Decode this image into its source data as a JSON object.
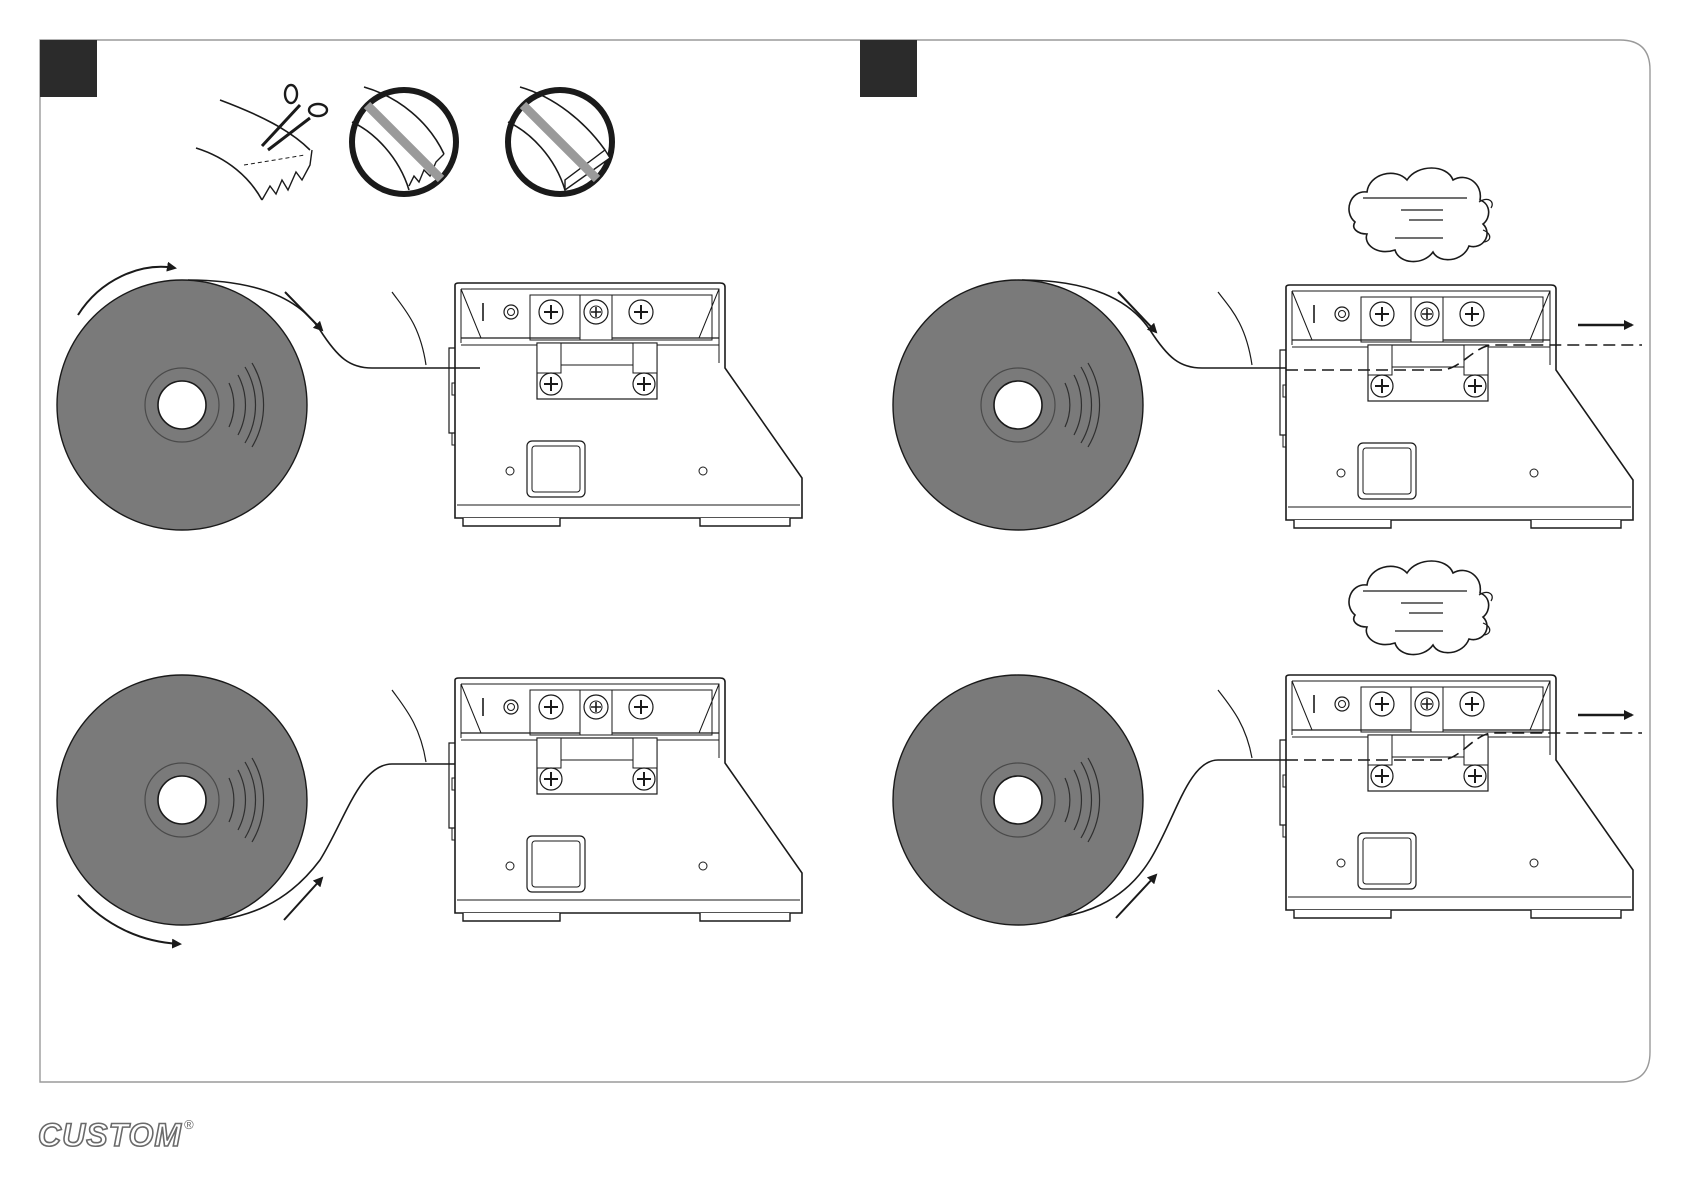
{
  "brand": {
    "name": "CUSTOM",
    "registered_mark": "®"
  },
  "steps": [
    "step-1",
    "step-2"
  ],
  "colors": {
    "roll": "#7a7a7a",
    "line": "#1a1a1a",
    "badge": "#2b2b2b",
    "strike": "#9a9a9a"
  },
  "icons": [
    "scissors-icon",
    "prohibited-torn-edge-icon",
    "prohibited-folded-edge-icon",
    "paper-feed-arrow-icon",
    "thought-cloud-icon"
  ]
}
